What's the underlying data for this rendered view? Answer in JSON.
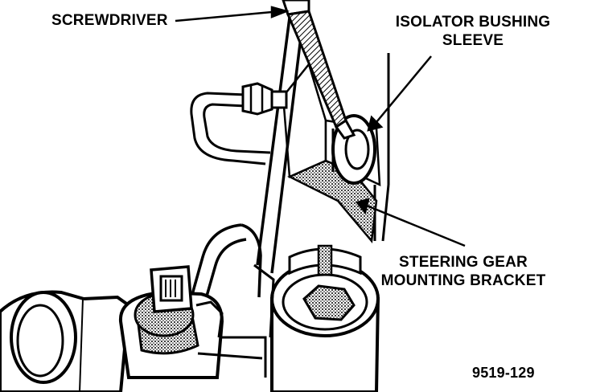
{
  "callouts": {
    "screwdriver": "SCREWDRIVER",
    "isolator_bushing_sleeve": [
      "ISOLATOR BUSHING",
      "SLEEVE"
    ],
    "steering_gear_mounting_bracket": [
      "STEERING GEAR",
      "MOUNTING BRACKET"
    ]
  },
  "figure_number": "9519-129",
  "colors": {
    "ink": "#000000",
    "paper": "#ffffff",
    "shade": "#9a9a9a"
  }
}
